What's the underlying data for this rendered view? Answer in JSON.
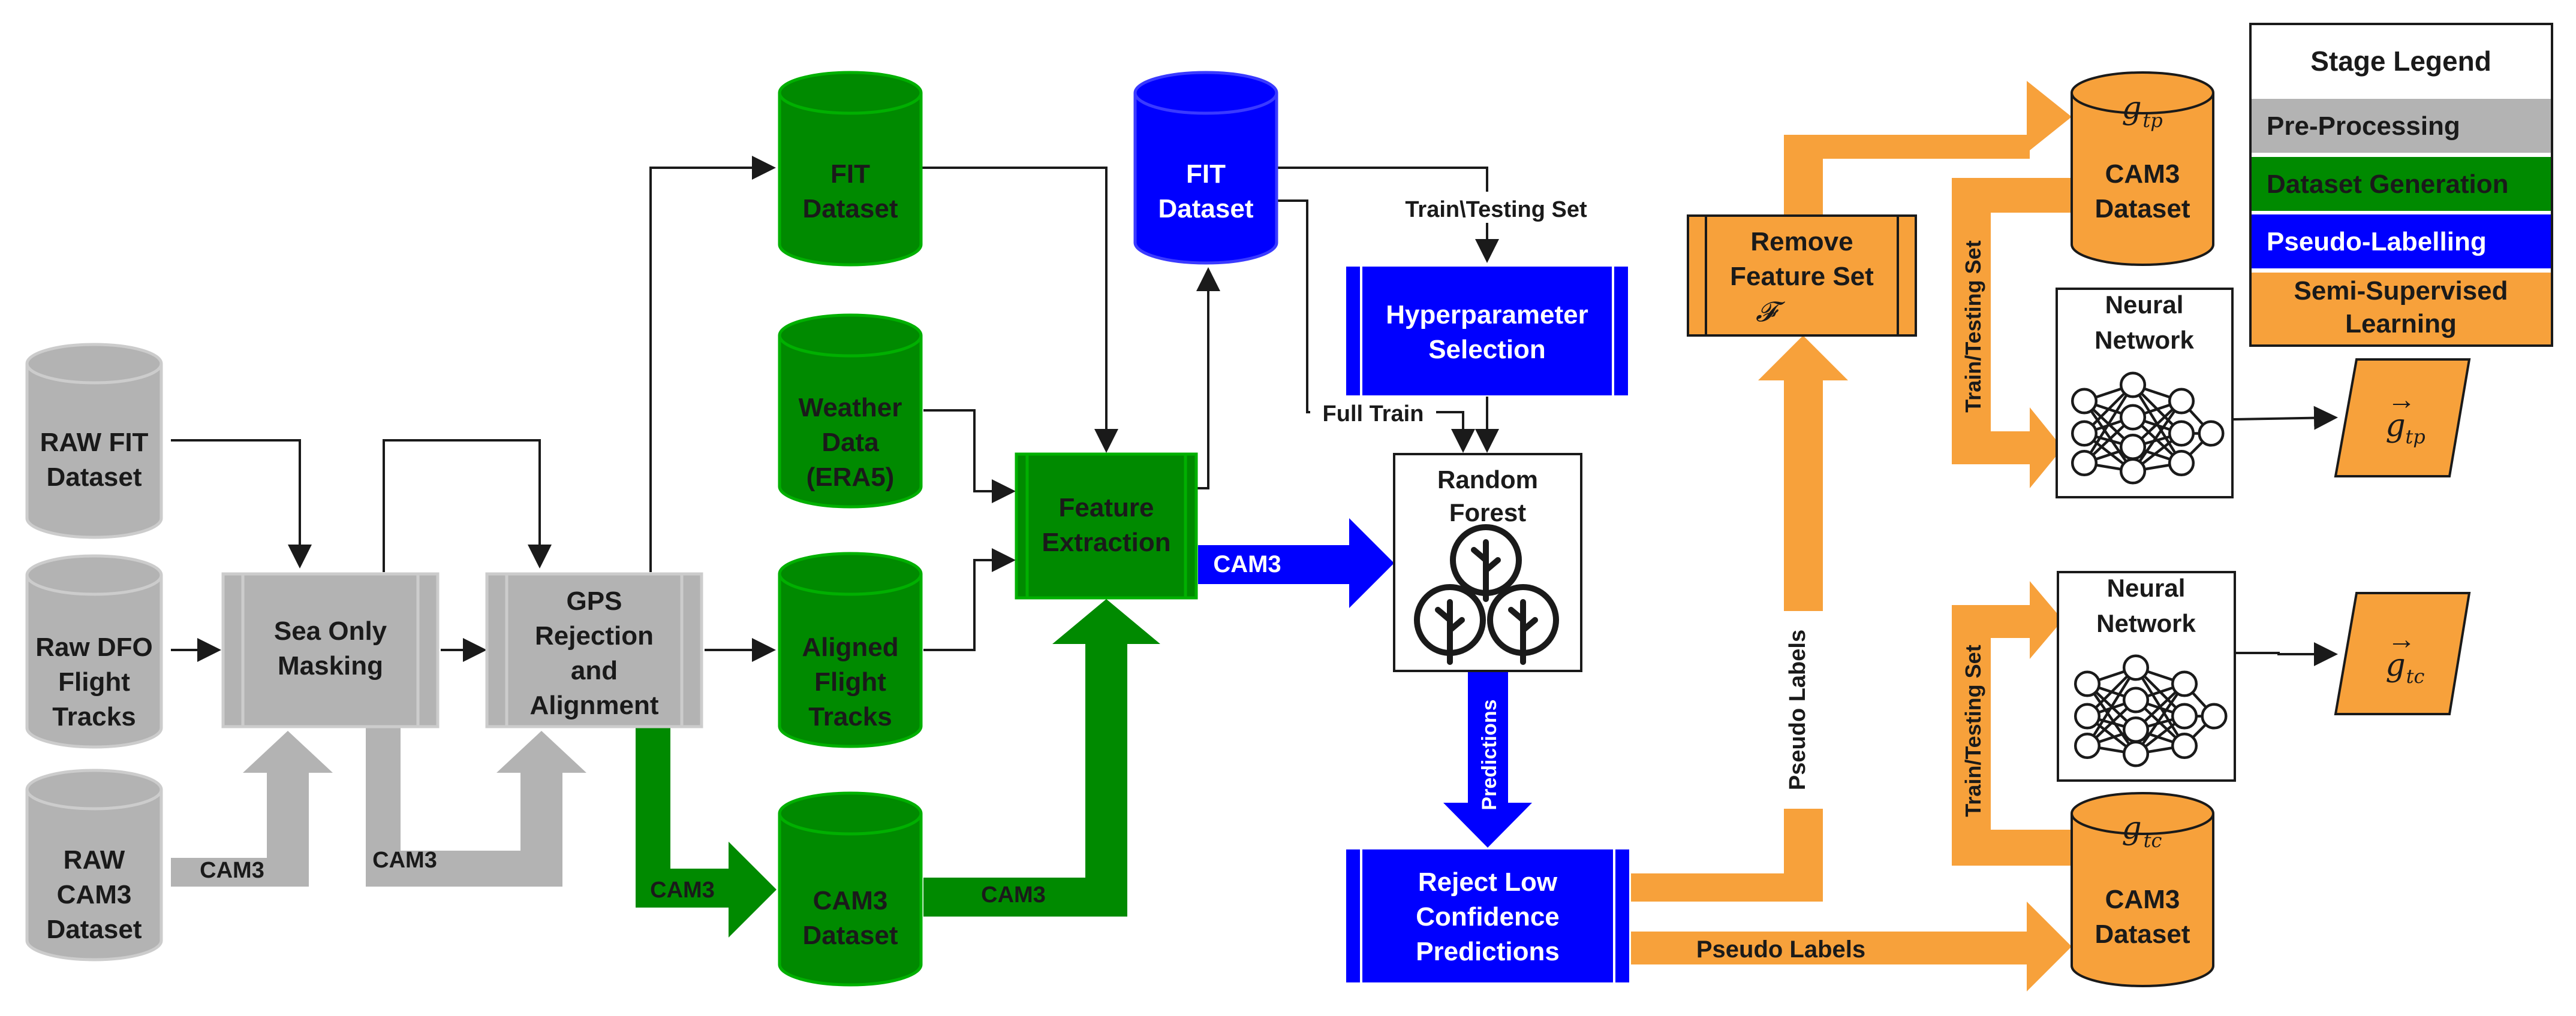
{
  "colors": {
    "preprocessing": "#b3b3b3",
    "dataset_generation": "#008a00",
    "pseudo_labelling": "#0000ff",
    "semi_supervised": "#f7a13b",
    "outline": "#1a1a1a"
  },
  "nodes": {
    "raw_fit": {
      "line1": "RAW FIT",
      "line2": "Dataset"
    },
    "raw_dfo": {
      "line1": "Raw DFO",
      "line2": "Flight",
      "line3": "Tracks"
    },
    "raw_cam3": {
      "line1": "RAW",
      "line2": "CAM3",
      "line3": "Dataset"
    },
    "sea_mask": {
      "line1": "Sea Only",
      "line2": "Masking"
    },
    "gps": {
      "line1": "GPS",
      "line2": "Rejection",
      "line3": "and",
      "line4": "Alignment"
    },
    "fit_green": {
      "line1": "FIT",
      "line2": "Dataset"
    },
    "weather": {
      "line1": "Weather",
      "line2": "Data",
      "line3": "(ERA5)"
    },
    "aligned": {
      "line1": "Aligned",
      "line2": "Flight",
      "line3": "Tracks"
    },
    "cam3_green": {
      "line1": "CAM3",
      "line2": "Dataset"
    },
    "feature_extraction": {
      "line1": "Feature",
      "line2": "Extraction"
    },
    "fit_blue": {
      "line1": "FIT",
      "line2": "Dataset"
    },
    "hyperparam": {
      "line1": "Hyperparameter",
      "line2": "Selection"
    },
    "random_forest": {
      "line1": "Random",
      "line2": "Forest"
    },
    "reject": {
      "line1": "Reject Low",
      "line2": "Confidence",
      "line3": "Predictions"
    },
    "remove_feature": {
      "line1": "Remove",
      "line2": "Feature Set",
      "symbol": "𝓕"
    },
    "cam3_gtp": {
      "symbol": "g",
      "subscript": "tp",
      "line1": "CAM3",
      "line2": "Dataset"
    },
    "cam3_gtc": {
      "symbol": "g",
      "subscript": "tc",
      "line1": "CAM3",
      "line2": "Dataset"
    },
    "nn_top": {
      "line1": "Neural",
      "line2": "Network"
    },
    "nn_bottom": {
      "line1": "Neural",
      "line2": "Network"
    },
    "out_gtp": {
      "arrow": "→",
      "symbol": "g",
      "subscript": "tp"
    },
    "out_gtc": {
      "arrow": "→",
      "symbol": "g",
      "subscript": "tc"
    }
  },
  "edge_labels": {
    "cam3_raw": "CAM3",
    "cam3_mask": "CAM3",
    "cam3_gps": "CAM3",
    "cam3_dataset": "CAM3",
    "cam3_blue": "CAM3",
    "train_testing_set": "Train\\Testing Set",
    "full_train": "Full Train",
    "predictions": "Predictions",
    "pseudo_labels_vertical": "Pseudo Labels",
    "pseudo_labels_horizontal": "Pseudo Labels",
    "train_testing_set_top": "Train/Testing Set",
    "train_testing_set_bottom": "Train/Testing Set"
  },
  "legend": {
    "title": "Stage Legend",
    "items": [
      {
        "label": "Pre-Processing",
        "color": "#b3b3b3"
      },
      {
        "label": "Dataset Generation",
        "color": "#008a00"
      },
      {
        "label": "Pseudo-Labelling",
        "color": "#0000ff"
      },
      {
        "label": "Semi-Supervised",
        "label2": "Learning",
        "color": "#f7a13b"
      }
    ]
  }
}
